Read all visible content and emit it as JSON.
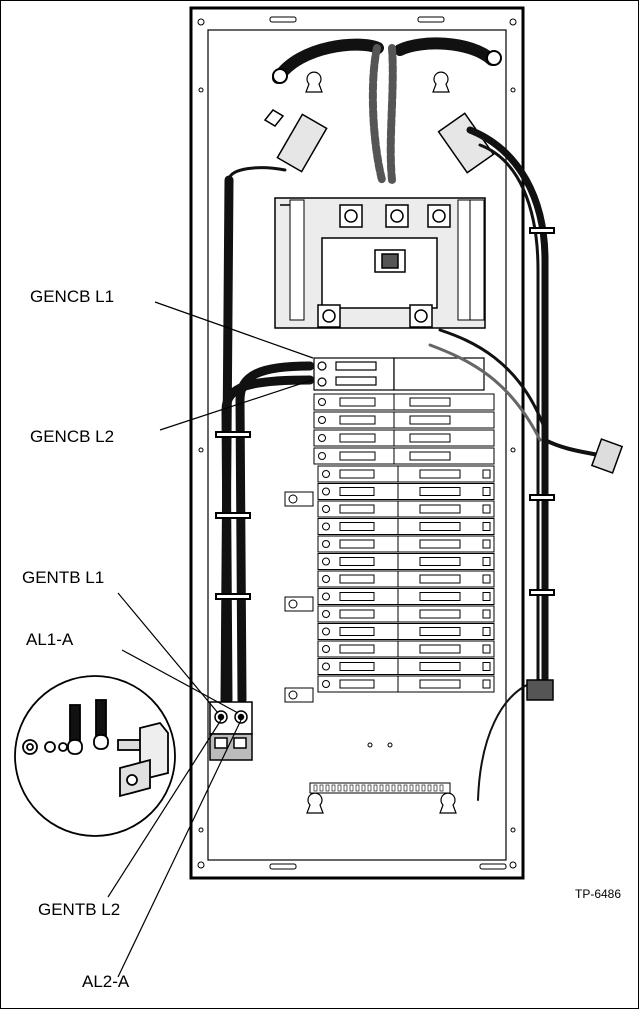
{
  "labels": {
    "gencb_l1": "GENCB L1",
    "gencb_l2": "GENCB L2",
    "gentb_l1": "GENTB L1",
    "al1_a": "AL1-A",
    "gentb_l2": "GENTB L2",
    "al2_a": "AL2-A"
  },
  "figure_id": "TP-6486",
  "colors": {
    "line": "#000000",
    "panel_fill": "#ffffff",
    "shade": "#d9d9d9",
    "dark_shade": "#8c8c8c",
    "cable": "#111111"
  }
}
